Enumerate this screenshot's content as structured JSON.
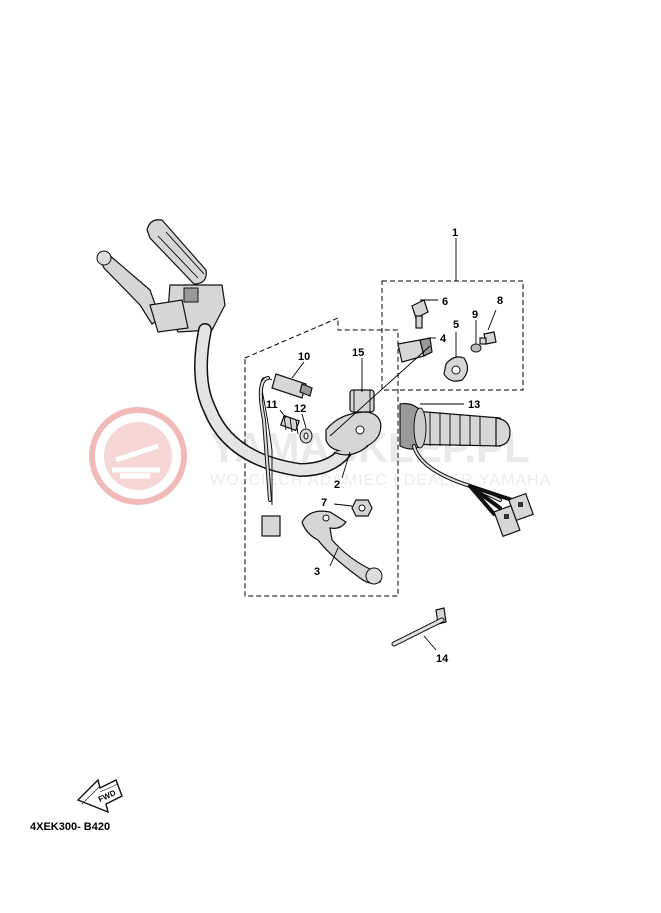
{
  "watermark": {
    "main_text": "YAMASKLEP.PL",
    "sub_text": "WOJCIECH ADAMIEC | DEALER YAMAHA",
    "logo_color": "#e88a8a"
  },
  "callouts": [
    {
      "id": "c1",
      "label": "1"
    },
    {
      "id": "c2",
      "label": "2"
    },
    {
      "id": "c3",
      "label": "3"
    },
    {
      "id": "c4",
      "label": "4"
    },
    {
      "id": "c5",
      "label": "5"
    },
    {
      "id": "c6",
      "label": "6"
    },
    {
      "id": "c7",
      "label": "7"
    },
    {
      "id": "c8",
      "label": "8"
    },
    {
      "id": "c9",
      "label": "9"
    },
    {
      "id": "c10",
      "label": "10"
    },
    {
      "id": "c11",
      "label": "11"
    },
    {
      "id": "c12",
      "label": "12"
    },
    {
      "id": "c13",
      "label": "13"
    },
    {
      "id": "c14",
      "label": "14"
    },
    {
      "id": "c15",
      "label": "15"
    }
  ],
  "fwd_label": "FWD",
  "diagram_code": "4XEK300- B420"
}
